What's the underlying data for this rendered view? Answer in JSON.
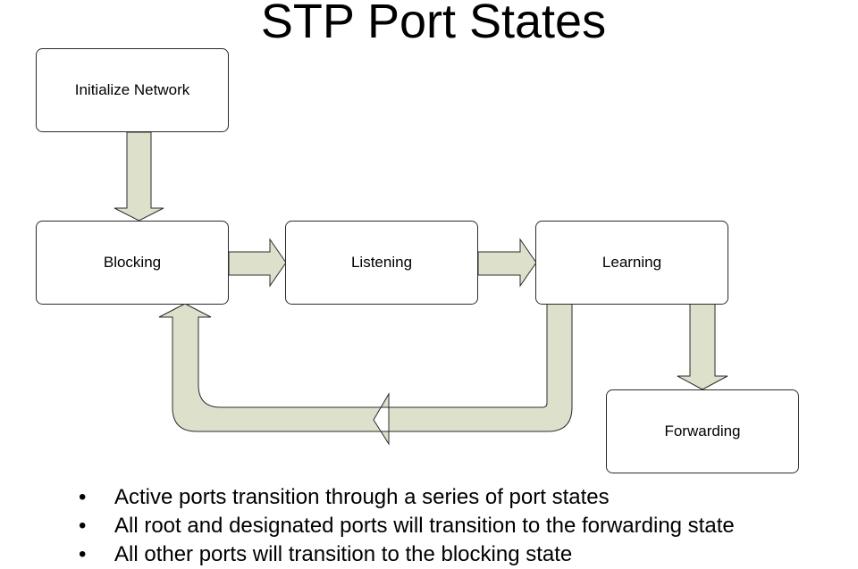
{
  "slide": {
    "title": "STP Port States"
  },
  "diagram": {
    "states": {
      "initialize": "Initialize Network",
      "blocking": "Blocking",
      "listening": "Listening",
      "learning": "Learning",
      "forwarding": "Forwarding"
    },
    "colors": {
      "arrow_fill": "#dde1cc",
      "outline": "#2b2b2b",
      "box_fill": "#ffffff"
    }
  },
  "bullets": {
    "marker": "•",
    "items": [
      "Active ports transition through a series of port states",
      "All root and designated ports will transition to the forwarding state",
      "All other ports will transition to the blocking state"
    ]
  }
}
